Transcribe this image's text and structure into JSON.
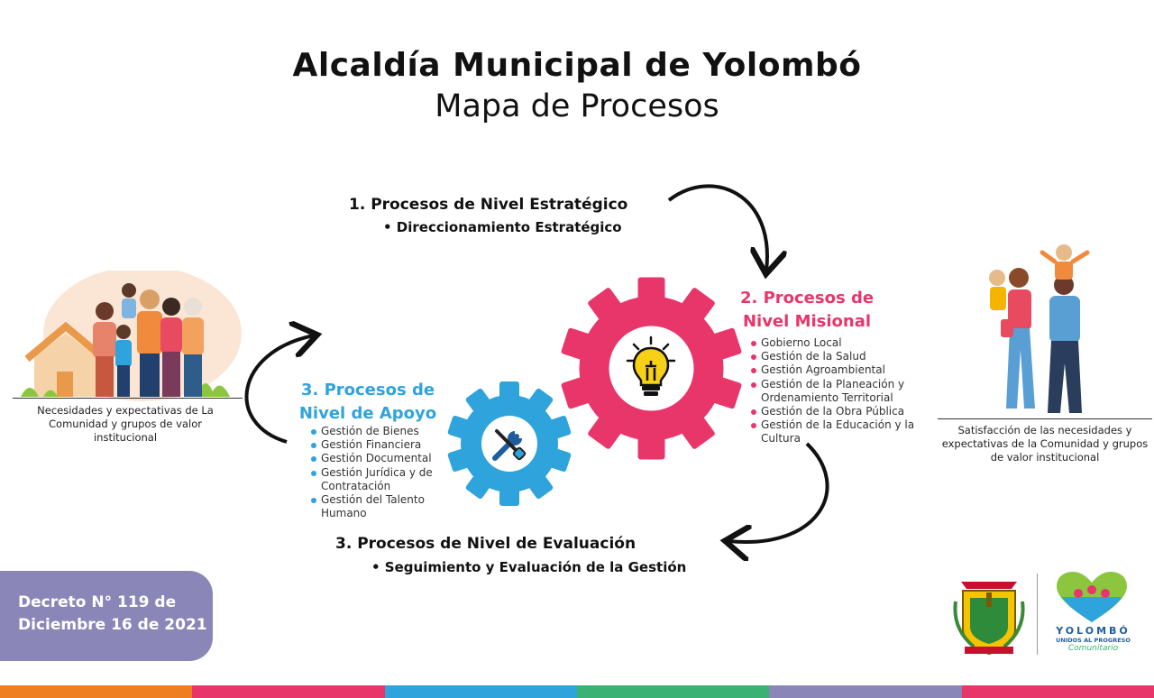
{
  "header": {
    "title": "Alcaldía Municipal de Yolombó",
    "subtitle": "Mapa de Procesos"
  },
  "estrategico": {
    "heading": "1. Procesos de Nivel Estratégico",
    "item": "• Direccionamiento Estratégico"
  },
  "misional": {
    "heading_line1": "2. Procesos de",
    "heading_line2": "Nivel Misional",
    "items": [
      "Gobierno Local",
      "Gestión de la Salud",
      "Gestión Agroambiental",
      "Gestión de la Planeación y Ordenamiento Territorial",
      "Gestión de la Obra Pública",
      "Gestión de la Educación y la Cultura"
    ]
  },
  "apoyo": {
    "heading_line1": "3. Procesos de",
    "heading_line2": "Nivel de Apoyo",
    "items": [
      "Gestión de Bienes",
      "Gestión Financiera",
      "Gestión Documental",
      "Gestión Jurídica y de Contratación",
      "Gestión del Talento Humano"
    ]
  },
  "evaluacion": {
    "heading": "3. Procesos de Nivel de Evaluación",
    "item": "• Seguimiento y Evaluación de la Gestión"
  },
  "left_panel": {
    "caption": "Necesidades y expectativas de La Comunidad y grupos de valor institucional"
  },
  "right_panel": {
    "caption": "Satisfacción de las necesidades y expectativas de la Comunidad y grupos de valor institucional"
  },
  "decree": {
    "line1": "Decreto N° 119 de",
    "line2": "Diciembre 16 de 2021"
  },
  "logos": {
    "brand_name": "YOLOMBÓ",
    "brand_tagline": "UNIDOS AL PROGRESO",
    "brand_script": "Comunitario"
  },
  "colors": {
    "pink": "#e8366b",
    "blue": "#2fa3dc",
    "purple": "#8a86b8",
    "footer": [
      "#ef7d22",
      "#e8366b",
      "#2fa3dc",
      "#3bb273",
      "#8a86b8",
      "#e8366b"
    ]
  }
}
